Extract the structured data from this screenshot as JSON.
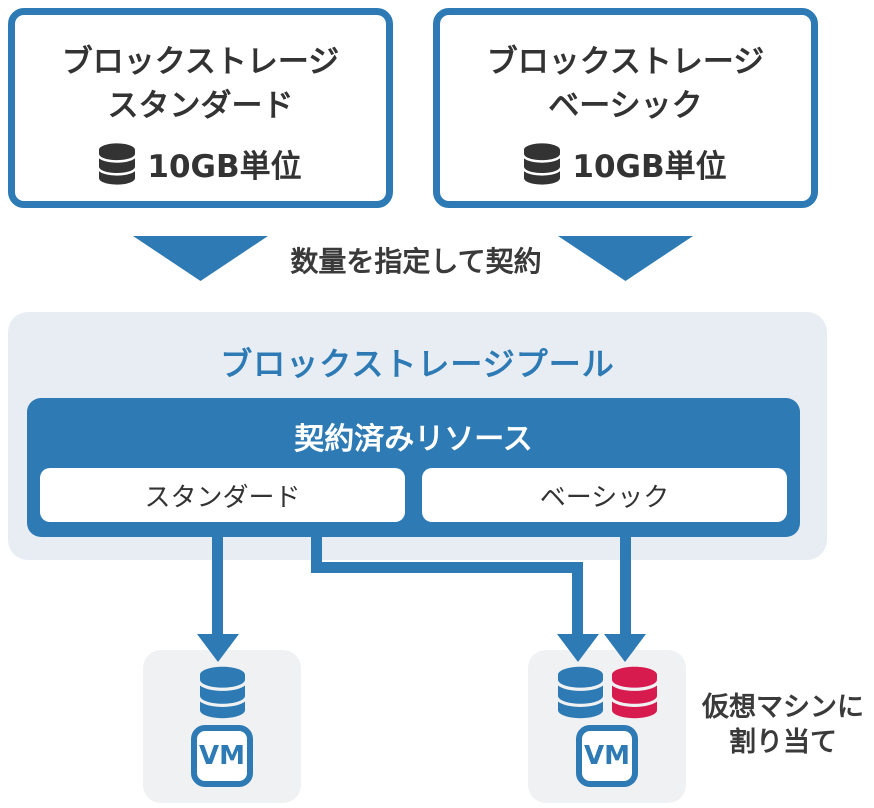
{
  "colors": {
    "blue": "#2d7ab4",
    "red": "#d81b4f",
    "dark_text": "#333333",
    "label_text": "#3a3a3a",
    "pool_bg": "#e8edf4",
    "vm_card_bg": "#f0f1f2",
    "white": "#ffffff"
  },
  "source_cards": [
    {
      "title_line1": "ブロックストレージ",
      "title_line2": "スタンダード",
      "unit_label": "10GB単位",
      "icon": "database-icon"
    },
    {
      "title_line1": "ブロックストレージ",
      "title_line2": "ベーシック",
      "unit_label": "10GB単位",
      "icon": "database-icon"
    }
  ],
  "contract_arrow_label": "数量を指定して契約",
  "pool": {
    "title": "ブロックストレージプール",
    "contracted_box": {
      "label": "契約済みリソース",
      "items": [
        {
          "label": "スタンダード"
        },
        {
          "label": "ベーシック"
        }
      ]
    }
  },
  "vm_cards": [
    {
      "badge_label": "VM",
      "disks": [
        "blue-database-icon"
      ]
    },
    {
      "badge_label": "VM",
      "disks": [
        "blue-database-icon",
        "red-database-icon"
      ]
    }
  ],
  "assign_label": {
    "line1": "仮想マシンに",
    "line2": "割り当て"
  }
}
